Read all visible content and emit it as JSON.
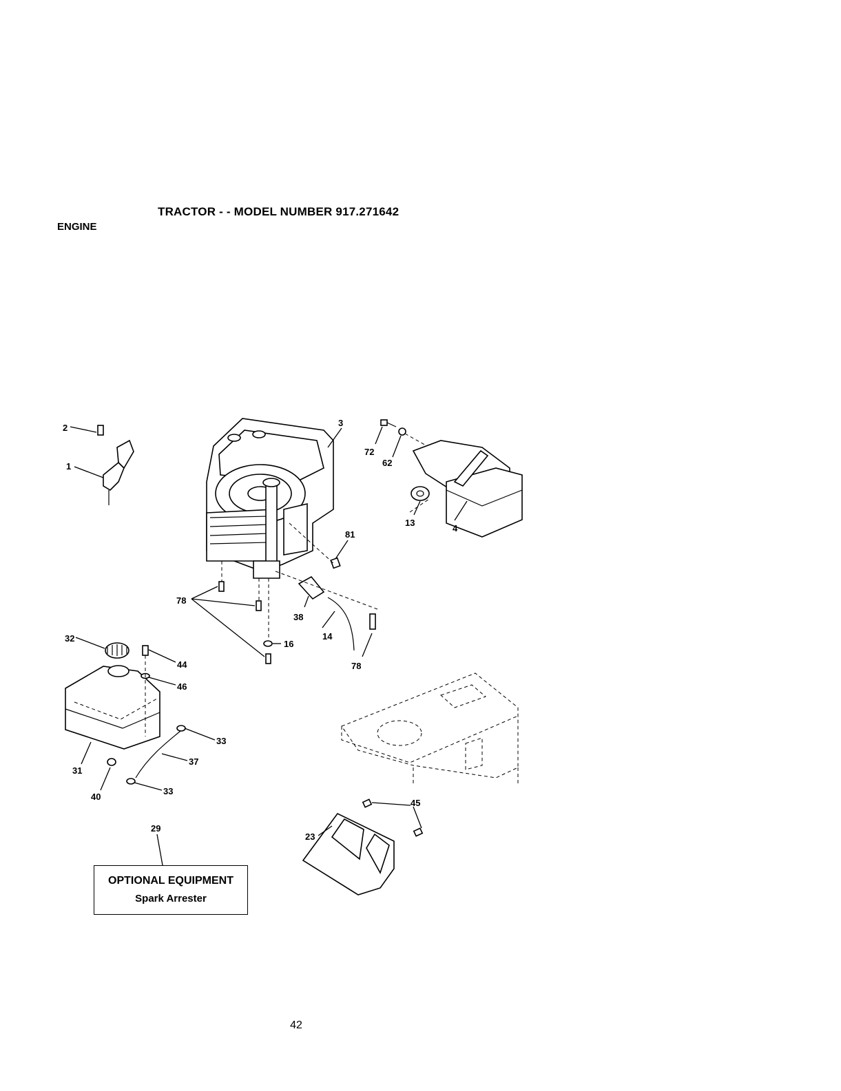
{
  "header": {
    "title": "TRACTOR - - MODEL NUMBER 917.271642",
    "section": "ENGINE"
  },
  "callouts": {
    "c1": "1",
    "c2": "2",
    "c3": "3",
    "c4": "4",
    "c13": "13",
    "c14": "14",
    "c16": "16",
    "c23": "23",
    "c29": "29",
    "c31": "31",
    "c32": "32",
    "c33a": "33",
    "c33b": "33",
    "c37": "37",
    "c38": "38",
    "c40": "40",
    "c44": "44",
    "c45": "45",
    "c46": "46",
    "c62": "62",
    "c72": "72",
    "c78a": "78",
    "c78b": "78",
    "c81": "81"
  },
  "optional_equipment": {
    "heading": "OPTIONAL EQUIPMENT",
    "item": "Spark Arrester"
  },
  "footer": {
    "page_number": "42"
  }
}
